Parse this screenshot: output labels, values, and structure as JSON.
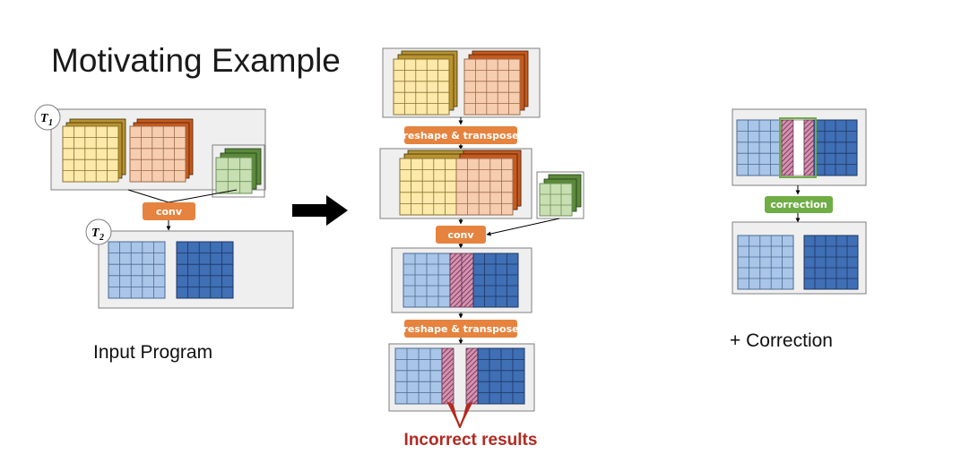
{
  "title": "Motivating Example",
  "captions": {
    "input_program": "Input Program",
    "correction": "+ Correction"
  },
  "ops": {
    "conv": "conv",
    "reshape_transpose": "reshape & transpose",
    "correction": "correction"
  },
  "tensor_labels": {
    "t1_base": "T",
    "t1_sub": "1",
    "t2_base": "T",
    "t2_sub": "2"
  },
  "incorrect_results": "Incorrect results",
  "colors": {
    "light_yellow": "#fde9a9",
    "dark_yellow": "#b8932e",
    "light_orange": "#f7cdb0",
    "dark_orange": "#c65a1e",
    "light_green": "#c7dfb2",
    "dark_green": "#5b8a3a",
    "light_blue": "#a9c6e8",
    "dark_blue": "#3f6fb5",
    "op_orange": "#e5833f",
    "op_green": "#70ad47",
    "corrupt_pink": "#d890b0",
    "incorrect_red": "#b22a22",
    "panel_fill": "#efefef",
    "panel_stroke": "#7f7f7f"
  }
}
